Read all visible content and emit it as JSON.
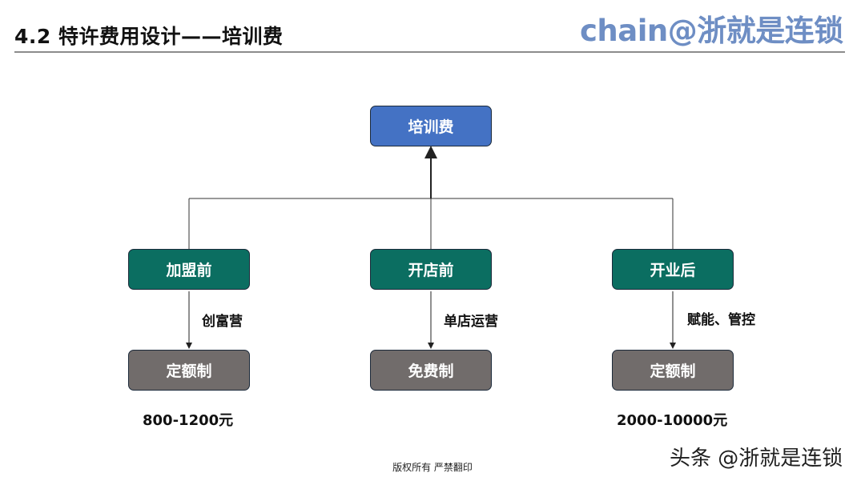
{
  "header": {
    "title": "4.2  特许费用设计——培训费",
    "brand": "chain@浙就是连锁"
  },
  "diagram": {
    "root": "培训费",
    "stages": [
      {
        "label": "加盟前",
        "edge_label": "创富营",
        "result": "定额制",
        "price": "800-1200元"
      },
      {
        "label": "开店前",
        "edge_label": "单店运营",
        "result": "免费制",
        "price": ""
      },
      {
        "label": "开业后",
        "edge_label": "赋能、管控",
        "result": "定额制",
        "price": "2000-10000元"
      }
    ]
  },
  "footer": {
    "copyright": "版权所有  严禁翻印",
    "watermark": "头条 @浙就是连锁"
  },
  "colors": {
    "root_box": "#4472c4",
    "stage_box": "#0b6e61",
    "result_box": "#716c6b",
    "brand": "#6e8ec4"
  }
}
